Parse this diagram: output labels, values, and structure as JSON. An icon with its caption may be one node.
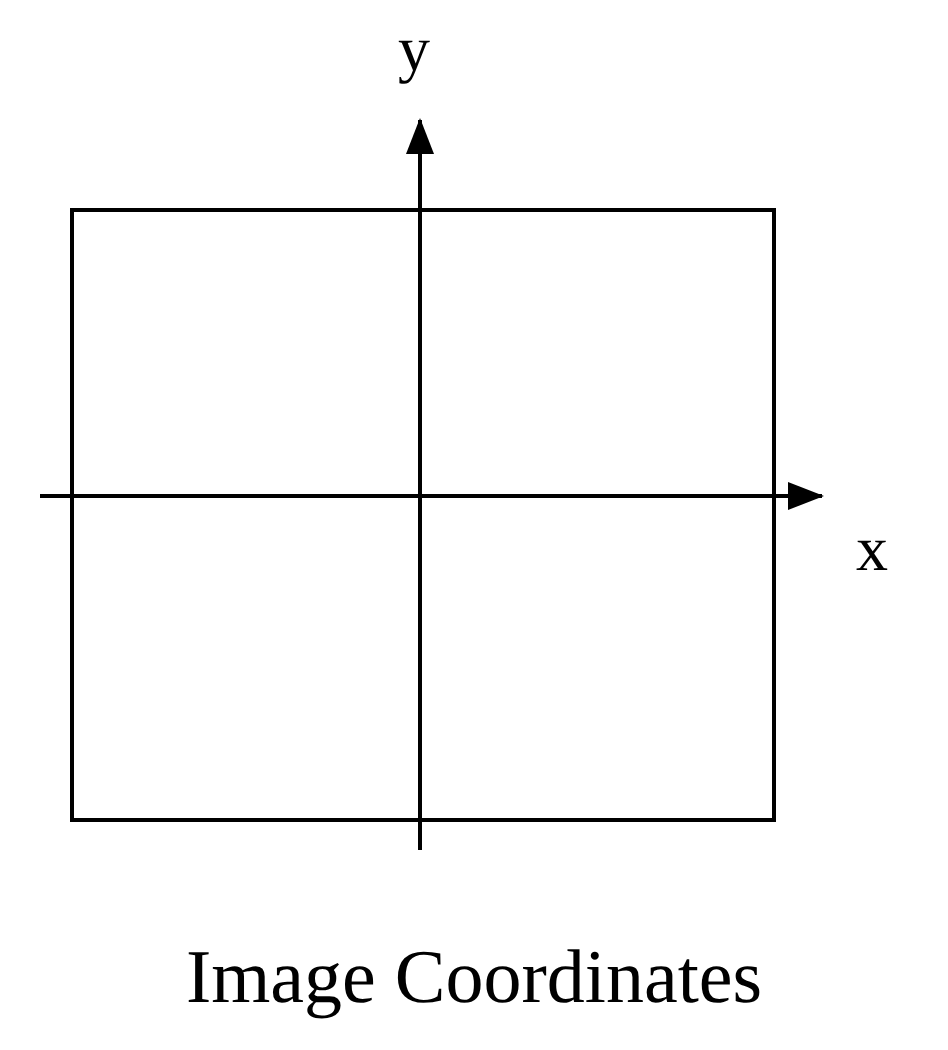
{
  "diagram": {
    "caption": "Image Coordinates",
    "labels": [
      "y",
      "x"
    ]
  }
}
